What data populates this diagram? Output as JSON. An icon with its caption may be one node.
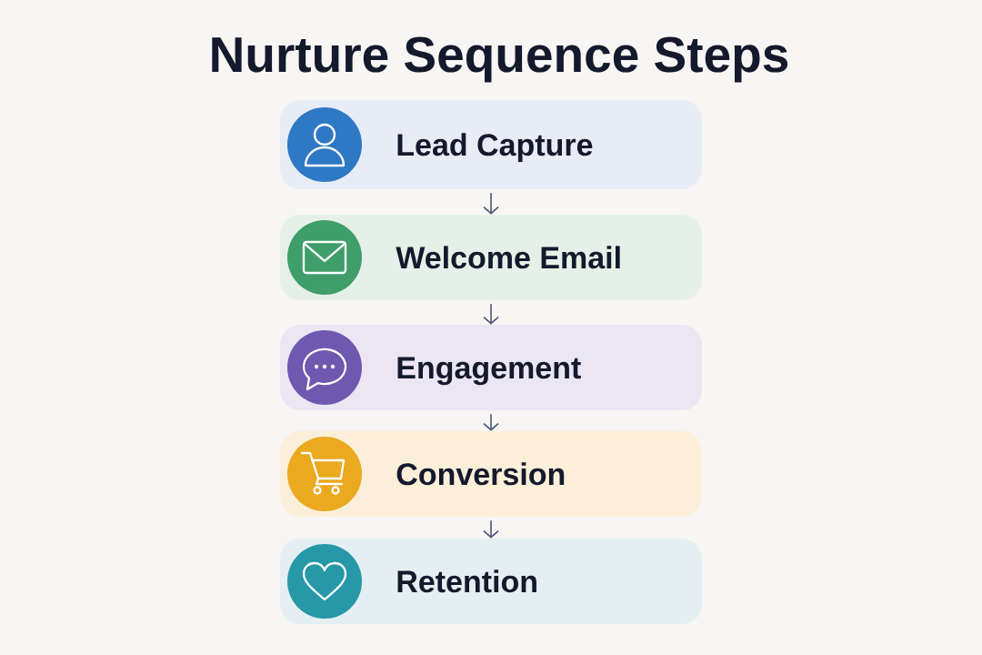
{
  "diagram": {
    "title": "Nurture Sequence Steps",
    "nodes": [
      {
        "text": [
          "Lead Capture"
        ]
      },
      {
        "text": [
          "Welcome Email"
        ]
      },
      {
        "text": [
          "Engagement"
        ]
      },
      {
        "text": [
          "Conversion"
        ]
      },
      {
        "text": [
          "Retention"
        ]
      }
    ],
    "edges": [
      {
        "from": 0,
        "to": 1,
        "arrow": "to"
      },
      {
        "from": 1,
        "to": 2,
        "arrow": "to"
      },
      {
        "from": 2,
        "to": 3,
        "arrow": "to"
      },
      {
        "from": 3,
        "to": 4,
        "arrow": "to"
      }
    ]
  }
}
